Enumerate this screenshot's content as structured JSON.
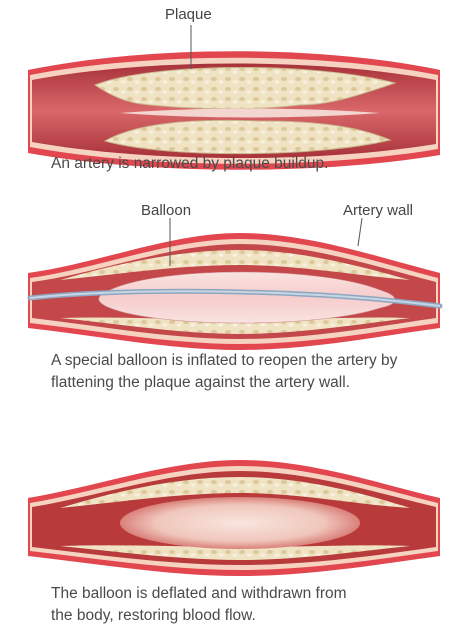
{
  "panel1": {
    "label_plaque": "Plaque",
    "caption": [
      "An artery is narrowed by plaque buildup."
    ]
  },
  "panel2": {
    "label_balloon": "Balloon",
    "label_artery_wall": "Artery wall",
    "caption": [
      "A special balloon is inflated to reopen the artery by",
      "flattening the plaque against the artery wall."
    ]
  },
  "panel3": {
    "caption": [
      "The balloon is deflated and withdrawn from",
      "the body, restoring blood flow."
    ]
  },
  "colors": {
    "artery_outer": "#e0434f",
    "artery_wall": "#f2c9b8",
    "plaque": "#efe6cf",
    "plaque_shadow": "#c9b48a",
    "tissue": "#b83a3a",
    "lumen": "#f3d6d0",
    "balloon": "#9fb2c6"
  }
}
